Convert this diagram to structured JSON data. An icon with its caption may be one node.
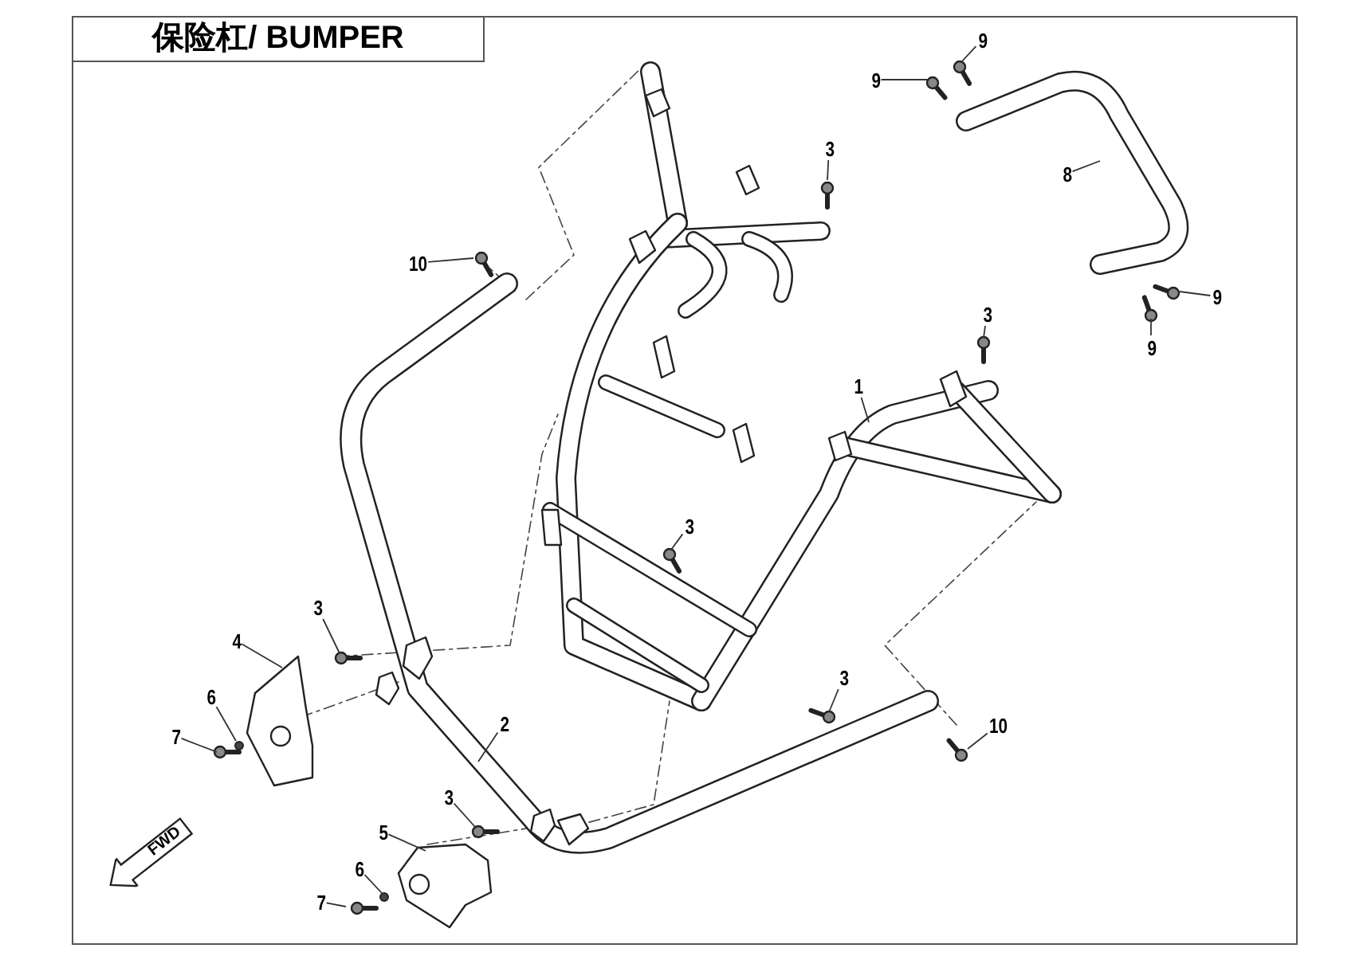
{
  "diagram": {
    "title": "保险杠/ BUMPER",
    "nodes": [
      {
        "text": [
          "10"
        ]
      },
      {
        "text": [
          "3"
        ]
      },
      {
        "text": [
          "9"
        ]
      },
      {
        "text": [
          "9"
        ]
      },
      {
        "text": [
          "8"
        ]
      },
      {
        "text": [
          "3"
        ]
      },
      {
        "text": [
          "9"
        ]
      },
      {
        "text": [
          "9"
        ]
      },
      {
        "text": [
          "1"
        ]
      },
      {
        "text": [
          "3"
        ]
      },
      {
        "text": [
          "3"
        ]
      },
      {
        "text": [
          "4"
        ]
      },
      {
        "text": [
          "6"
        ]
      },
      {
        "text": [
          "7"
        ]
      },
      {
        "text": [
          "2"
        ]
      },
      {
        "text": [
          "3"
        ]
      },
      {
        "text": [
          "10"
        ]
      },
      {
        "text": [
          "3"
        ]
      },
      {
        "text": [
          "5"
        ]
      },
      {
        "text": [
          "6"
        ]
      },
      {
        "text": [
          "7"
        ]
      },
      {
        "text": [
          "FWD"
        ]
      }
    ],
    "edges": [
      {
        "from": 0,
        "to": null,
        "arrow": "none"
      },
      {
        "from": 1,
        "to": null,
        "arrow": "none"
      },
      {
        "from": 2,
        "to": null,
        "arrow": "none"
      },
      {
        "from": 3,
        "to": null,
        "arrow": "none"
      },
      {
        "from": 4,
        "to": null,
        "arrow": "none"
      },
      {
        "from": 5,
        "to": null,
        "arrow": "none"
      },
      {
        "from": 6,
        "to": null,
        "arrow": "none"
      },
      {
        "from": 7,
        "to": null,
        "arrow": "none"
      },
      {
        "from": 8,
        "to": null,
        "arrow": "none"
      },
      {
        "from": 9,
        "to": null,
        "arrow": "none"
      },
      {
        "from": 10,
        "to": null,
        "arrow": "none"
      },
      {
        "from": 11,
        "to": null,
        "arrow": "none"
      },
      {
        "from": 12,
        "to": null,
        "arrow": "none"
      },
      {
        "from": 13,
        "to": null,
        "arrow": "none"
      },
      {
        "from": 14,
        "to": null,
        "arrow": "none"
      },
      {
        "from": 15,
        "to": null,
        "arrow": "none"
      },
      {
        "from": 16,
        "to": null,
        "arrow": "none"
      },
      {
        "from": 17,
        "to": null,
        "arrow": "none"
      },
      {
        "from": 18,
        "to": null,
        "arrow": "none"
      },
      {
        "from": 19,
        "to": null,
        "arrow": "none"
      },
      {
        "from": 20,
        "to": null,
        "arrow": "none"
      }
    ]
  }
}
